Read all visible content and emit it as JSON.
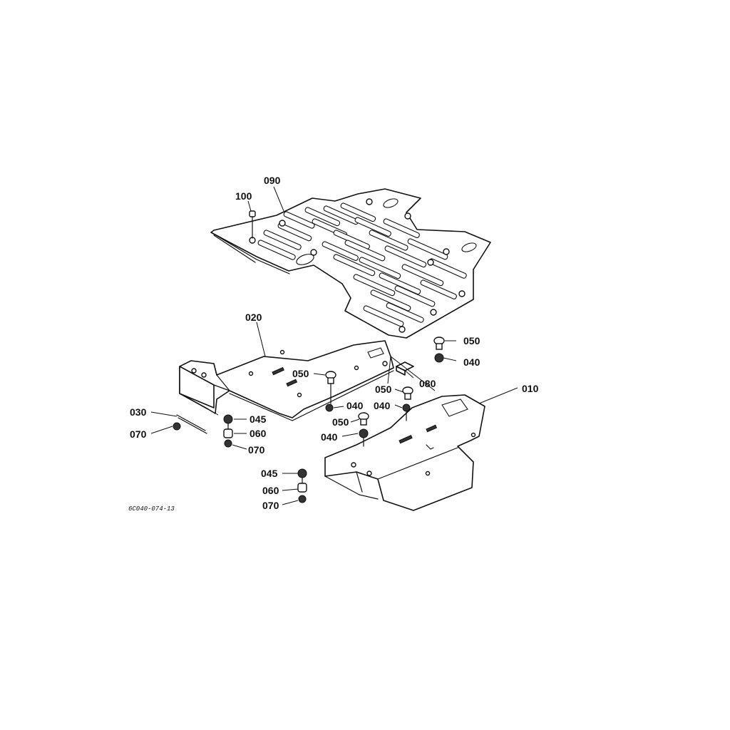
{
  "parts": {
    "p010": "010",
    "p020": "020",
    "p030": "030",
    "p040a": "040",
    "p040b": "040",
    "p040c": "040",
    "p040d": "040",
    "p045a": "045",
    "p045b": "045",
    "p050a": "050",
    "p050b": "050",
    "p050c": "050",
    "p050d": "050",
    "p060a": "060",
    "p060b": "060",
    "p070a": "070",
    "p070b": "070",
    "p070c": "070",
    "p080": "080",
    "p090": "090",
    "p100": "100"
  },
  "drawing_code": "6C040-074-13"
}
